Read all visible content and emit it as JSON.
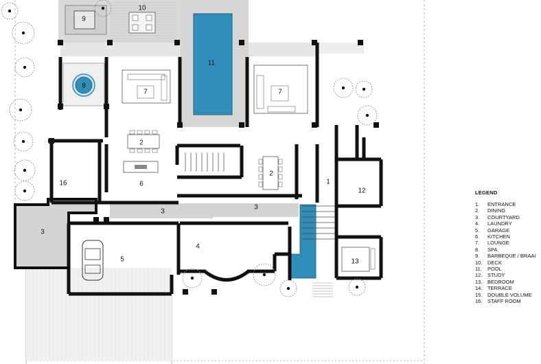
{
  "legend": {
    "title": "LEGEND",
    "items": [
      {
        "num": "1.",
        "label": "ENTRANCE"
      },
      {
        "num": "2.",
        "label": "DINING"
      },
      {
        "num": "3.",
        "label": "COURTYARD"
      },
      {
        "num": "4.",
        "label": "LAUNDRY"
      },
      {
        "num": "5.",
        "label": "GARAGE"
      },
      {
        "num": "6.",
        "label": "KITCHEN"
      },
      {
        "num": "7.",
        "label": "LOUNGE"
      },
      {
        "num": "8.",
        "label": "SPA"
      },
      {
        "num": "9.",
        "label": "BARBEQUE / BRAAI"
      },
      {
        "num": "10.",
        "label": "DECK"
      },
      {
        "num": "11.",
        "label": "POOL"
      },
      {
        "num": "12.",
        "label": "STUDY"
      },
      {
        "num": "13.",
        "label": "BEDROOM"
      },
      {
        "num": "14.",
        "label": "TERRACE"
      },
      {
        "num": "15.",
        "label": "DOUBLE VOLUME"
      },
      {
        "num": "16.",
        "label": "STAFF ROOM"
      }
    ]
  },
  "plan_labels": {
    "entrance": "1",
    "dining_main": "2",
    "dining_east": "2",
    "courtyard_west": "3",
    "courtyard_center": "3",
    "courtyard_east": "3",
    "laundry": "4",
    "garage": "5",
    "kitchen": "6",
    "lounge_west": "7",
    "lounge_east": "7",
    "spa": "8",
    "braai": "9",
    "deck": "10",
    "pool": "11",
    "study": "12",
    "bedroom": "13",
    "staff_room": "16"
  },
  "colors": {
    "water": "#2f8fb8",
    "paving": "#e3e3e3",
    "courtyard": "#d4d4d4",
    "walls": "#111111"
  }
}
